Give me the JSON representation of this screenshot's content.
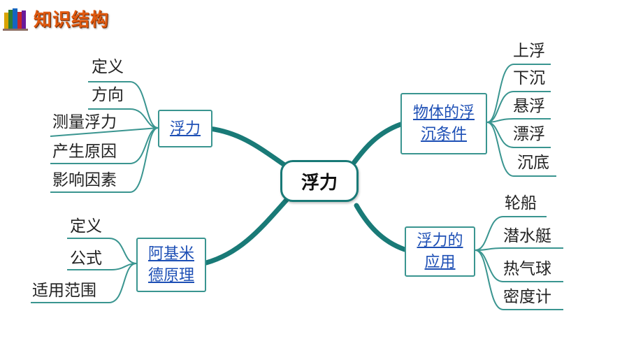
{
  "header": {
    "title": "知识结构",
    "icon": "books-icon"
  },
  "center": {
    "label": "浮力"
  },
  "branches": {
    "buoyancy": {
      "label": "浮力",
      "leaves": [
        "定义",
        "方向",
        "测量浮力",
        "产生原因",
        "影响因素"
      ]
    },
    "archimedes": {
      "label_line1": "阿基米",
      "label_line2": "德原理",
      "leaves": [
        "定义",
        "公式",
        "适用范围"
      ]
    },
    "float_sink": {
      "label_line1": "物体的浮",
      "label_line2": "沉条件",
      "leaves": [
        "上浮",
        "下沉",
        "悬浮",
        "漂浮",
        "沉底"
      ]
    },
    "applications": {
      "label_line1": "浮力的",
      "label_line2": "应用",
      "leaves": [
        "轮船",
        "潜水艇",
        "热气球",
        "密度计"
      ]
    }
  },
  "colors": {
    "connector": "#197a77",
    "branch_link": "#1d4fb5",
    "title": "#e05a10"
  }
}
